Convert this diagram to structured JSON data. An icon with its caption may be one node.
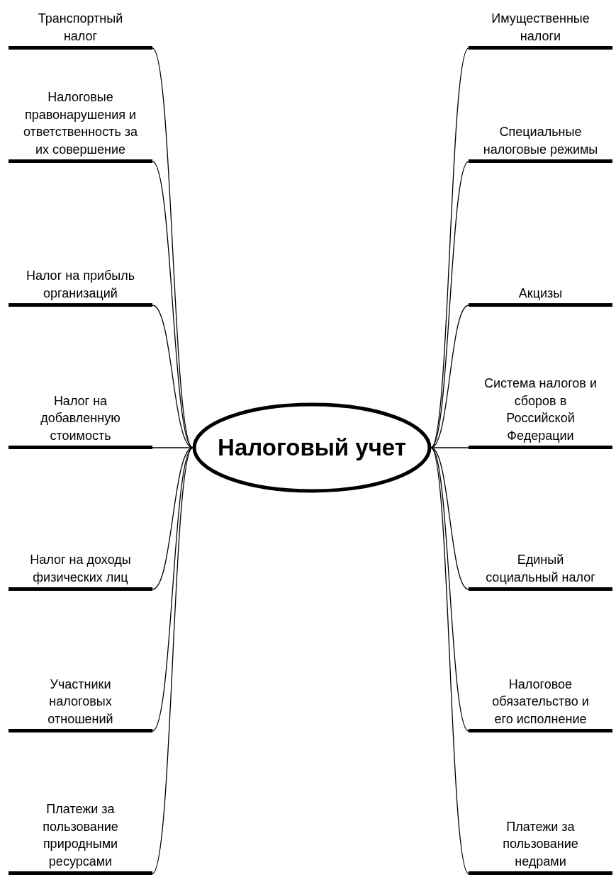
{
  "diagram": {
    "nodes": [
      {
        "text": [
          "Налоговый учет"
        ]
      },
      {
        "text": [
          "Транспортный налог"
        ]
      },
      {
        "text": [
          "Налоговые правонарушения и ответственность за их совершение"
        ]
      },
      {
        "text": [
          "Налог на прибыль организаций"
        ]
      },
      {
        "text": [
          "Налог на добавленную стоимость"
        ]
      },
      {
        "text": [
          "Налог на доходы физических лиц"
        ]
      },
      {
        "text": [
          "Участники налоговых отношений"
        ]
      },
      {
        "text": [
          "Платежи за пользование природными ресурсами"
        ]
      },
      {
        "text": [
          "Имущественные налоги"
        ]
      },
      {
        "text": [
          "Специальные налоговые режимы"
        ]
      },
      {
        "text": [
          "Акцизы"
        ]
      },
      {
        "text": [
          "Система налогов и сборов в Российской Федерации"
        ]
      },
      {
        "text": [
          "Единый социальный налог"
        ]
      },
      {
        "text": [
          "Налоговое обязательство и его исполнение"
        ]
      },
      {
        "text": [
          "Платежи за пользование недрами"
        ]
      }
    ],
    "edges": [
      {
        "from": 0,
        "to": 1,
        "arrow": "none"
      },
      {
        "from": 0,
        "to": 2,
        "arrow": "none"
      },
      {
        "from": 0,
        "to": 3,
        "arrow": "none"
      },
      {
        "from": 0,
        "to": 4,
        "arrow": "none"
      },
      {
        "from": 0,
        "to": 5,
        "arrow": "none"
      },
      {
        "from": 0,
        "to": 6,
        "arrow": "none"
      },
      {
        "from": 0,
        "to": 7,
        "arrow": "none"
      },
      {
        "from": 0,
        "to": 8,
        "arrow": "none"
      },
      {
        "from": 0,
        "to": 9,
        "arrow": "none"
      },
      {
        "from": 0,
        "to": 10,
        "arrow": "none"
      },
      {
        "from": 0,
        "to": 11,
        "arrow": "none"
      },
      {
        "from": 0,
        "to": 12,
        "arrow": "none"
      },
      {
        "from": 0,
        "to": 13,
        "arrow": "none"
      },
      {
        "from": 0,
        "to": 14,
        "arrow": "none"
      }
    ]
  }
}
